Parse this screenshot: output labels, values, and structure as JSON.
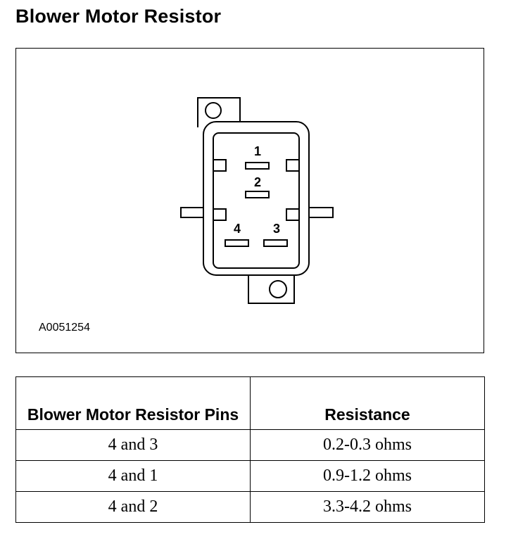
{
  "title": "Blower Motor Resistor",
  "figure": {
    "id": "A0051254",
    "pins": [
      "1",
      "2",
      "3",
      "4"
    ]
  },
  "table": {
    "headers": [
      "Blower Motor Resistor Pins",
      "Resistance"
    ],
    "rows": [
      [
        "4 and 3",
        "0.2-0.3 ohms"
      ],
      [
        "4 and 1",
        "0.9-1.2 ohms"
      ],
      [
        "4 and 2",
        "3.3-4.2 ohms"
      ]
    ]
  }
}
